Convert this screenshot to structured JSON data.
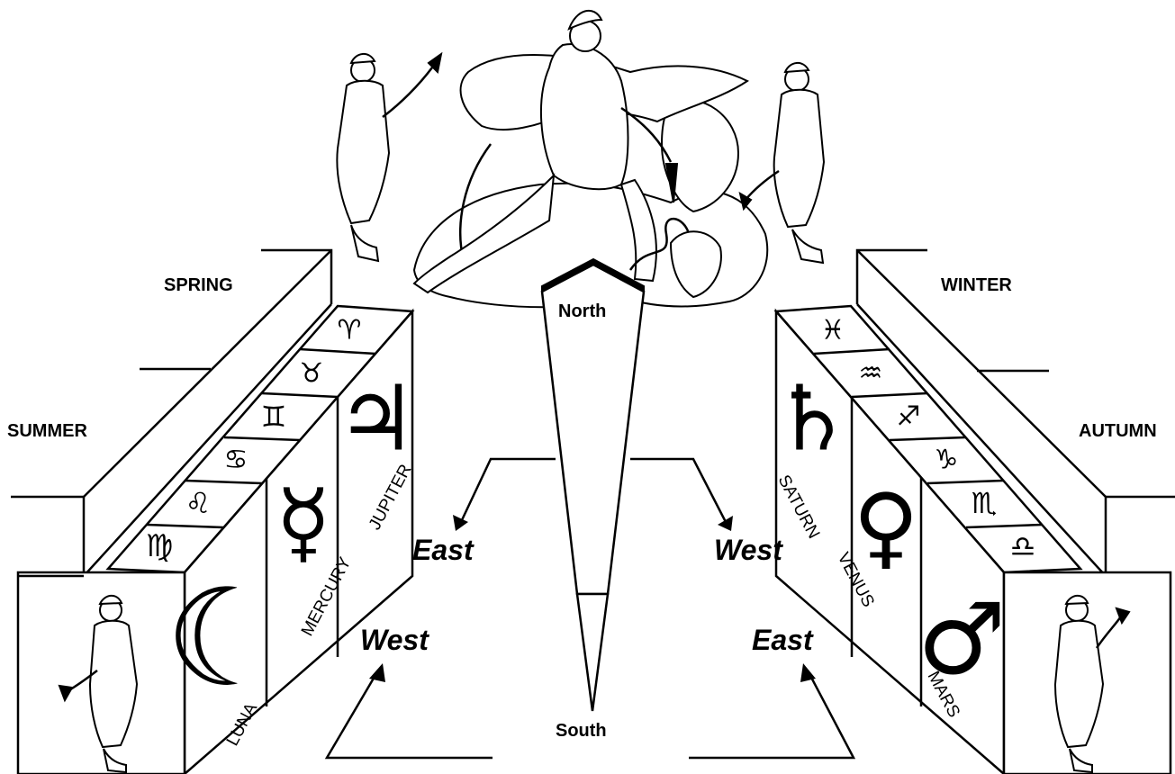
{
  "seasons": {
    "spring": "SPRING",
    "summer": "SUMMER",
    "winter": "WINTER",
    "autumn": "AUTUMN"
  },
  "gnomon": {
    "north": "North",
    "south": "South"
  },
  "directions": {
    "upper_left": "East",
    "upper_right": "West",
    "lower_left": "West",
    "lower_right": "East"
  },
  "planets": {
    "jupiter": "JUPITER",
    "mercury": "MERCURY",
    "luna": "LUNA",
    "saturn": "SATURN",
    "venus": "VENUS",
    "mars": "MARS"
  },
  "zodiac_left": [
    "♈",
    "♉",
    "♊",
    "♋",
    "♌",
    "♍"
  ],
  "zodiac_right": [
    "♓",
    "♒",
    "♐",
    "♑",
    "♏",
    "♎"
  ],
  "planet_symbols": {
    "jupiter": "♃",
    "mercury": "☿",
    "luna": "☾",
    "saturn": "♄",
    "venus": "♀",
    "mars": "♂"
  }
}
